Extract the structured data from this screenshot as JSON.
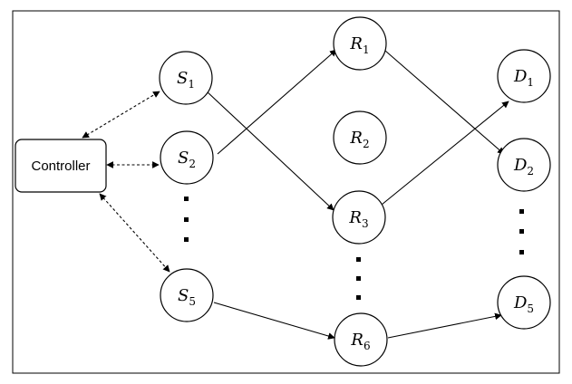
{
  "controller": {
    "label": "Controller"
  },
  "sources": [
    {
      "base": "S",
      "sub": "1"
    },
    {
      "base": "S",
      "sub": "2"
    },
    {
      "base": "S",
      "sub": "5"
    }
  ],
  "relays": [
    {
      "base": "R",
      "sub": "1"
    },
    {
      "base": "R",
      "sub": "2"
    },
    {
      "base": "R",
      "sub": "3"
    },
    {
      "base": "R",
      "sub": "6"
    }
  ],
  "destinations": [
    {
      "base": "D",
      "sub": "1"
    },
    {
      "base": "D",
      "sub": "2"
    },
    {
      "base": "D",
      "sub": "5"
    }
  ],
  "links": {
    "control": [
      "Controller-S1",
      "Controller-S2",
      "Controller-S5"
    ],
    "data": [
      "S1-R3",
      "S2-R1",
      "S5-R6",
      "R1-D2",
      "R3-D1",
      "R6-D5"
    ]
  }
}
